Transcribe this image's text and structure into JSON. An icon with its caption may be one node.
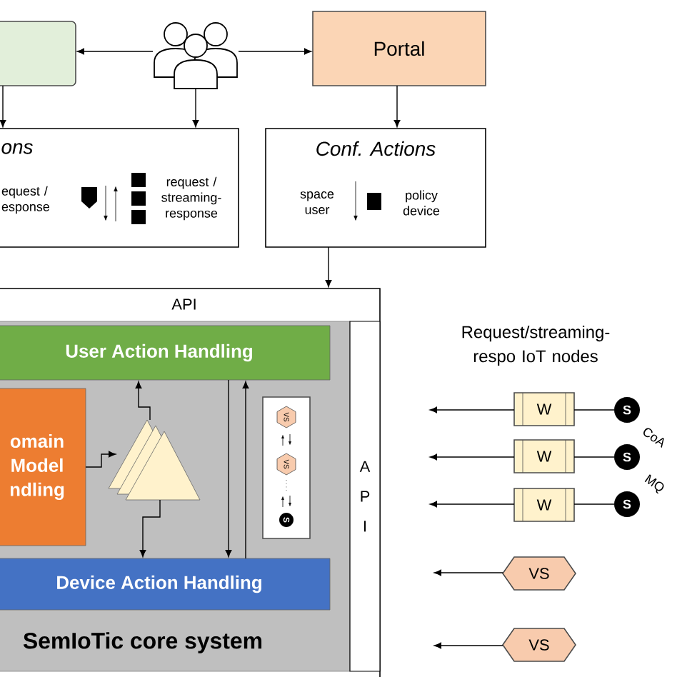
{
  "diagram": {
    "nodes": [
      {
        "text": [],
        "shape": "box"
      },
      {
        "text": [],
        "shape": "person"
      },
      {
        "text": [
          "Portal"
        ]
      },
      {
        "text": [
          "ons",
          "equest / esponse",
          "request / streaming-response"
        ]
      },
      {
        "text": [
          "Conf. Actions",
          "space user",
          "policy device"
        ]
      },
      {
        "text": [
          "API"
        ]
      },
      {
        "text": [
          "SemIoTic core system"
        ],
        "in": 5
      },
      {
        "text": [
          "A P I"
        ],
        "in": 5
      },
      {
        "text": [
          "User Action Handling"
        ],
        "in": 6
      },
      {
        "text": [
          "omain Model ndling"
        ],
        "in": 6
      },
      {
        "text": [],
        "shape": "triangle",
        "in": 6
      },
      {
        "text": [
          "VS",
          "VS",
          "S"
        ],
        "in": 6
      },
      {
        "text": [
          "Device Action Handling"
        ],
        "in": 6
      },
      {
        "text": [
          "W"
        ]
      },
      {
        "text": [
          "W"
        ]
      },
      {
        "text": [
          "W"
        ]
      },
      {
        "text": [
          "S"
        ]
      },
      {
        "text": [
          "S"
        ]
      },
      {
        "text": [
          "S"
        ]
      },
      {
        "text": [
          "VS"
        ]
      },
      {
        "text": [
          "VS"
        ]
      }
    ],
    "edges": [
      {
        "from": 1,
        "to": 0,
        "arrow": "to"
      },
      {
        "from": 1,
        "to": 2,
        "arrow": "to"
      },
      {
        "from": 1,
        "to": 3,
        "arrow": "to"
      },
      {
        "from": 2,
        "to": 4,
        "arrow": "to"
      },
      {
        "from": 4,
        "to": 5,
        "arrow": "to"
      },
      {
        "from": 9,
        "to": 10,
        "arrow": "to"
      },
      {
        "from": 10,
        "to": 8,
        "arrow": "to"
      },
      {
        "from": 10,
        "to": 12,
        "arrow": "to"
      },
      {
        "from": 8,
        "to": 12,
        "arrow": "to"
      },
      {
        "from": 12,
        "to": 8,
        "arrow": "to"
      },
      {
        "from": 13,
        "to": 16,
        "arrow": "none"
      },
      {
        "from": 14,
        "to": 17,
        "arrow": "none"
      },
      {
        "from": 15,
        "to": 18,
        "arrow": "none"
      },
      {
        "from": 13,
        "to": null,
        "arrow": "to"
      },
      {
        "from": 14,
        "to": null,
        "arrow": "to"
      },
      {
        "from": 15,
        "to": null,
        "arrow": "to"
      },
      {
        "from": 19,
        "to": null,
        "arrow": "to"
      },
      {
        "from": 20,
        "to": null,
        "arrow": "to"
      },
      {
        "from": 0,
        "to": 3,
        "arrow": "to"
      }
    ],
    "labels": [
      "Request/streaming-respo IoT nodes",
      "CoA",
      "MQ"
    ]
  }
}
